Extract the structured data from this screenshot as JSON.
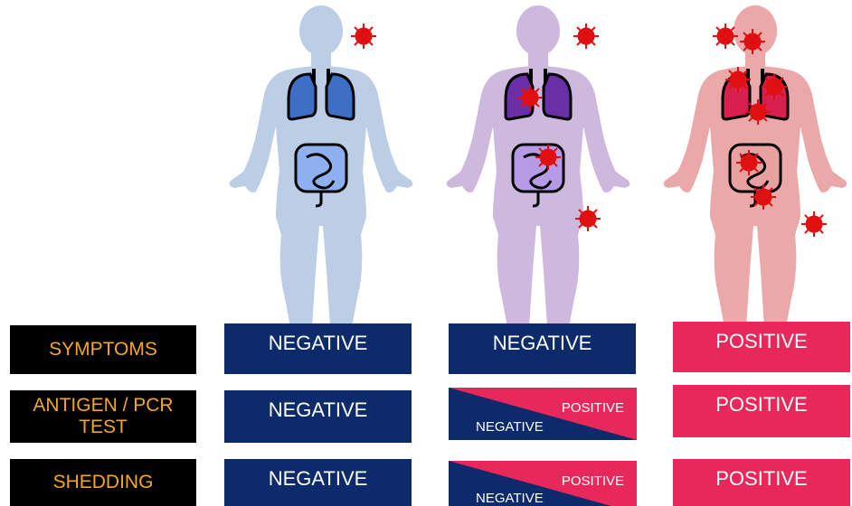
{
  "row_labels": {
    "symptoms": "SYMPTOMS",
    "antigen_line1": "ANTIGEN / PCR",
    "antigen_line2": "TEST",
    "shedding": "SHEDDING"
  },
  "columns": [
    {
      "body_color": "#bccde6",
      "lung_color": "#3d6fc4",
      "gut_color": "#8fb0ee",
      "symptoms": "NEGATIVE",
      "antigen": "NEGATIVE",
      "shedding": "NEGATIVE"
    },
    {
      "body_color": "#cfb8de",
      "lung_color": "#6a2fa6",
      "gut_color": "#b79ae6",
      "symptoms": "NEGATIVE",
      "antigen": {
        "positive": "POSITIVE",
        "negative": "NEGATIVE"
      },
      "shedding": {
        "positive": "POSITIVE",
        "negative": "NEGATIVE"
      }
    },
    {
      "body_color": "#eaa8a8",
      "lung_color": "#d81f4e",
      "gut_color": "#e8a0a0",
      "symptoms": "POSITIVE",
      "antigen": "POSITIVE",
      "shedding": "POSITIVE"
    }
  ],
  "colors": {
    "label_bg": "#000000",
    "label_text": "#f5a623",
    "negative": "#0d2a6b",
    "positive": "#e8285a",
    "virus": "#e01010"
  },
  "icons": [
    "human-body-icon",
    "lungs-icon",
    "intestine-icon",
    "virus-icon"
  ]
}
